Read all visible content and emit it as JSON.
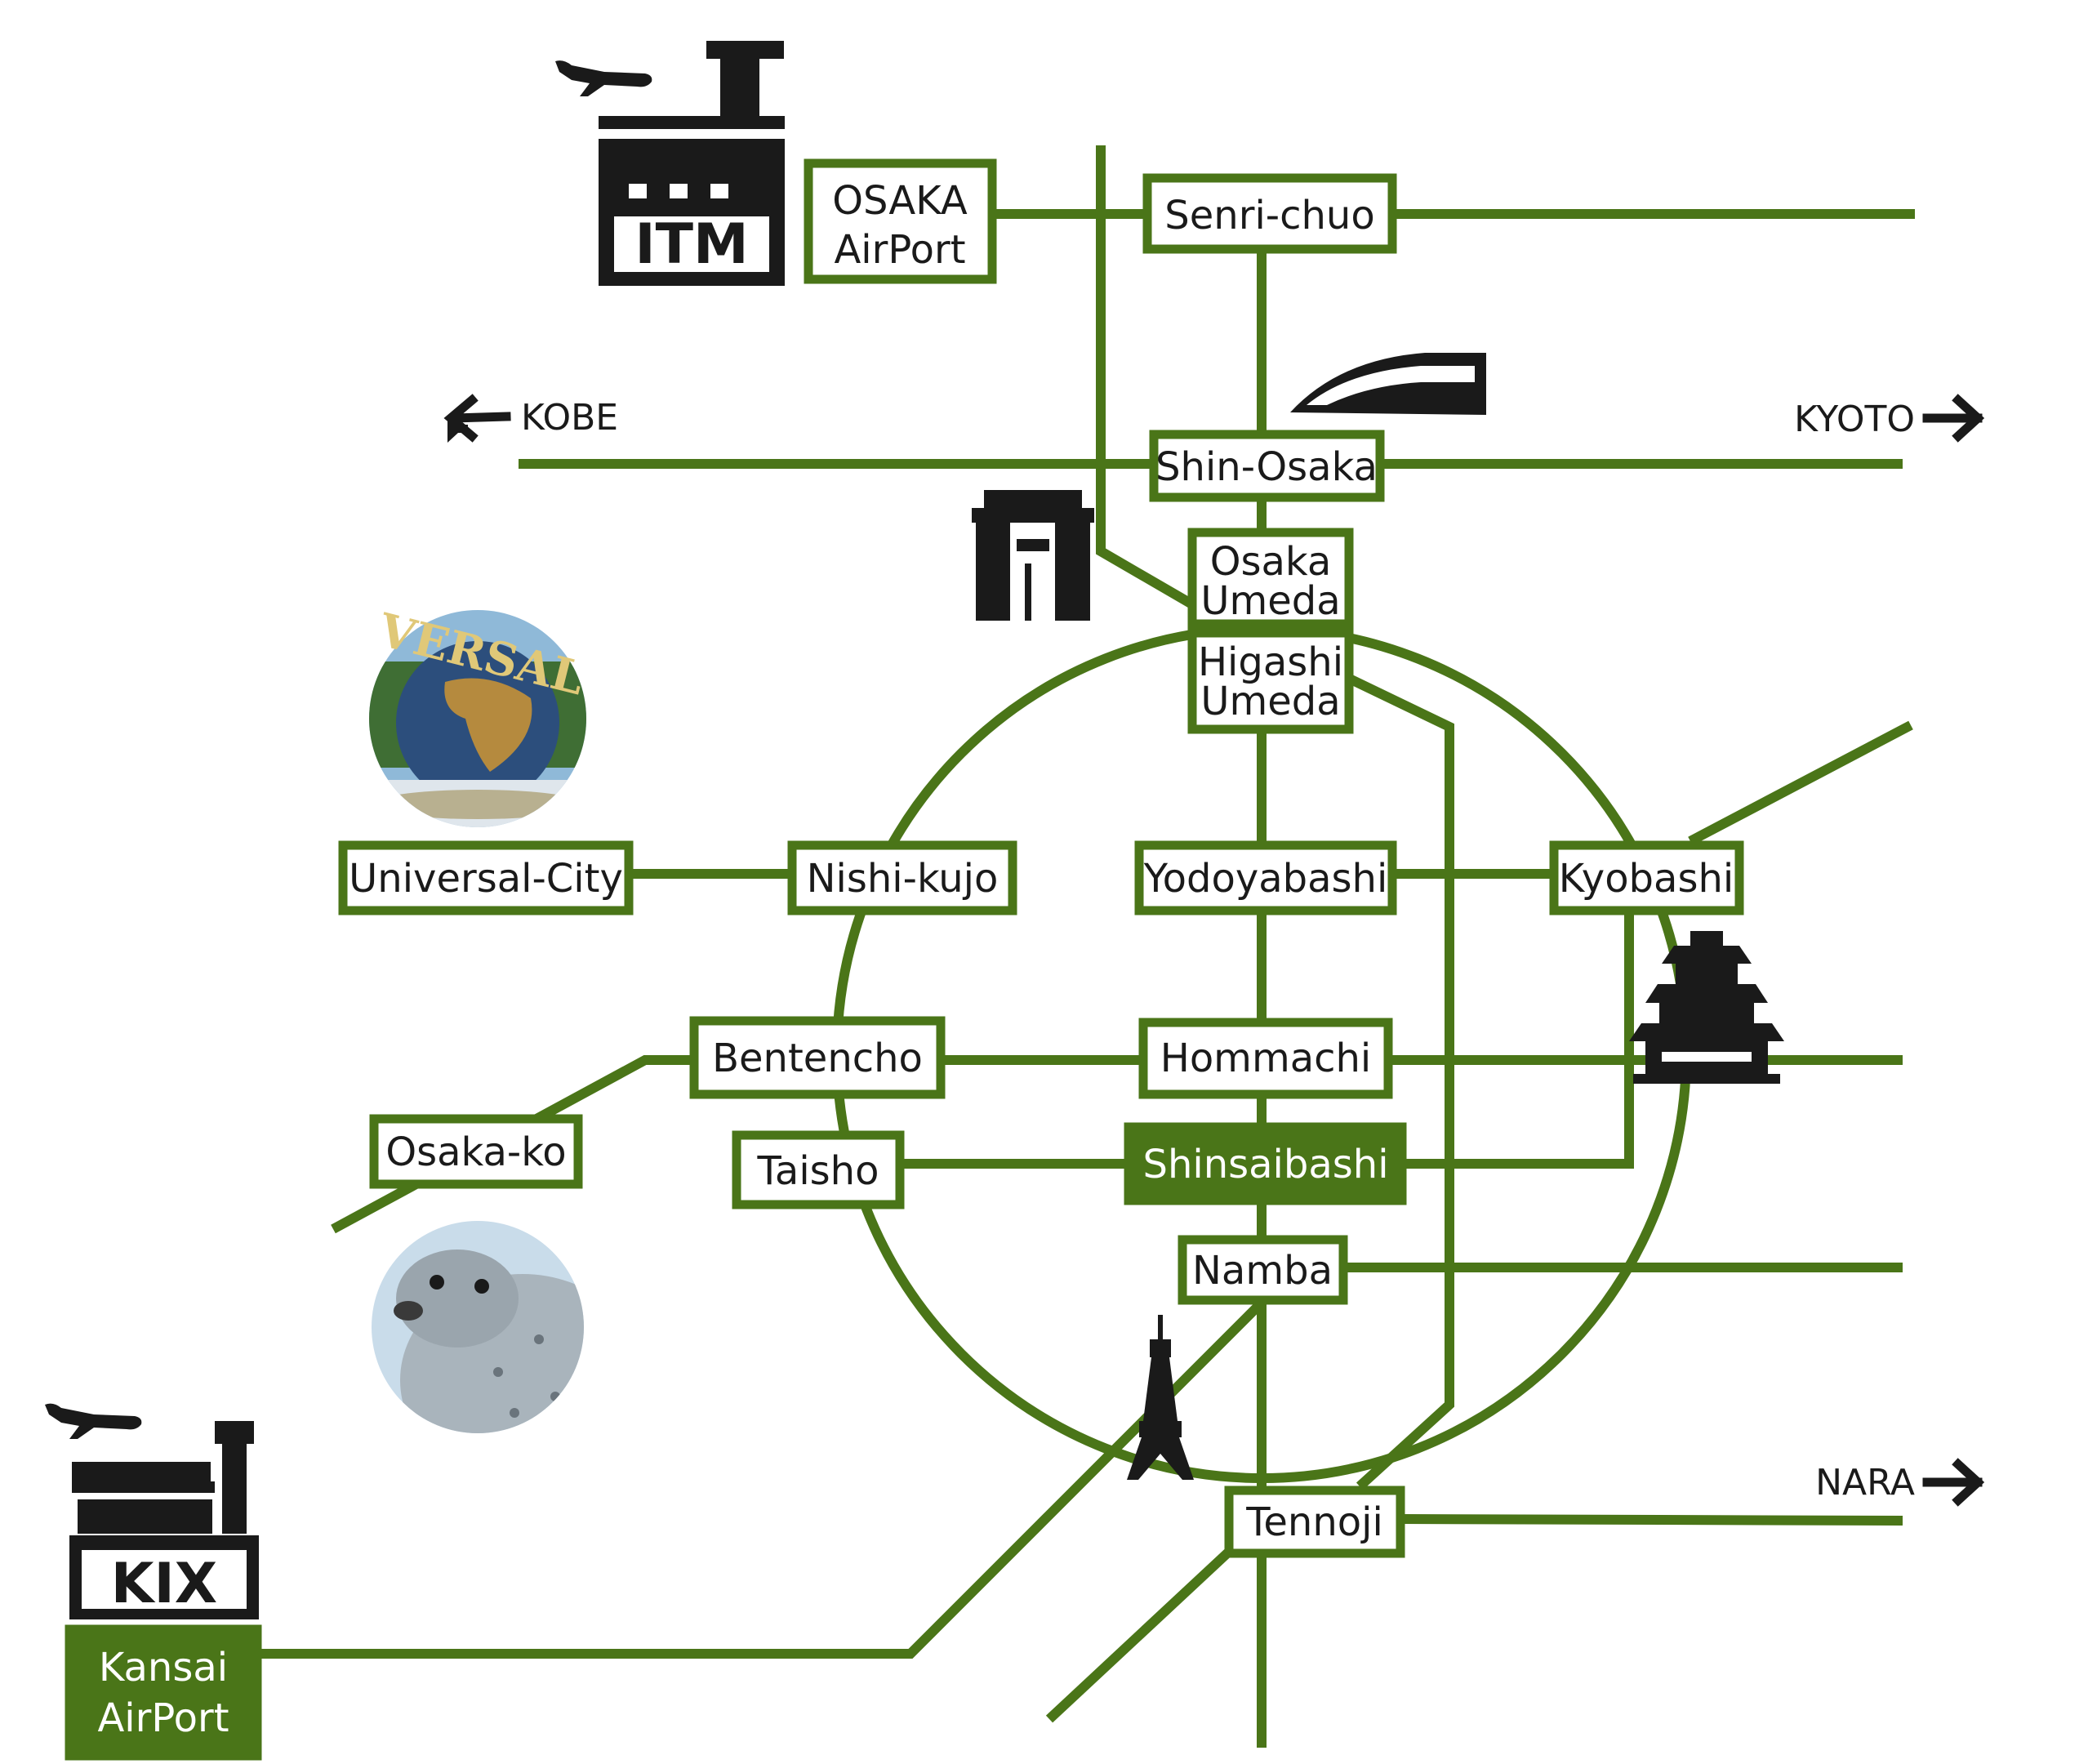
{
  "colors": {
    "line": "#4a7518",
    "ink": "#1a1a1a",
    "highlight_bg": "#4a7518"
  },
  "stations": {
    "osaka_airport": {
      "line1": "OSAKA",
      "line2": "AirPort"
    },
    "senri_chuo": "Senri-chuo",
    "shin_osaka": "Shin-Osaka",
    "osaka_umeda": {
      "line1": "Osaka",
      "line2": "Umeda"
    },
    "higashi_umeda": {
      "line1": "Higashi",
      "line2": "Umeda"
    },
    "universal_city": "Universal-City",
    "nishi_kujo": "Nishi-kujo",
    "yodoyabashi": "Yodoyabashi",
    "kyobashi": "Kyobashi",
    "bentencho": "Bentencho",
    "hommachi": "Hommachi",
    "osaka_ko": "Osaka-ko",
    "taisho": "Taisho",
    "shinsaibashi": "Shinsaibashi",
    "namba": "Namba",
    "tennoji": "Tennoji",
    "kansai_airport": {
      "line1": "Kansai",
      "line2": "AirPort"
    }
  },
  "directions": {
    "kobe": "KOBE",
    "kyoto": "KYOTO",
    "nara": "NARA"
  },
  "airport_codes": {
    "itm": "ITM",
    "kix": "KIX"
  },
  "logo_text": {
    "universal": "VERSAL"
  },
  "icons": {
    "itm_airport": "airport-terminal-icon",
    "kix_airport": "airport-terminal-icon",
    "shinkansen": "bullet-train-icon",
    "umeda_sky": "skyscraper-icon",
    "universal_globe": "globe-icon",
    "seal": "seal-icon",
    "castle": "castle-icon",
    "tower": "tsutenkaku-tower-icon"
  }
}
